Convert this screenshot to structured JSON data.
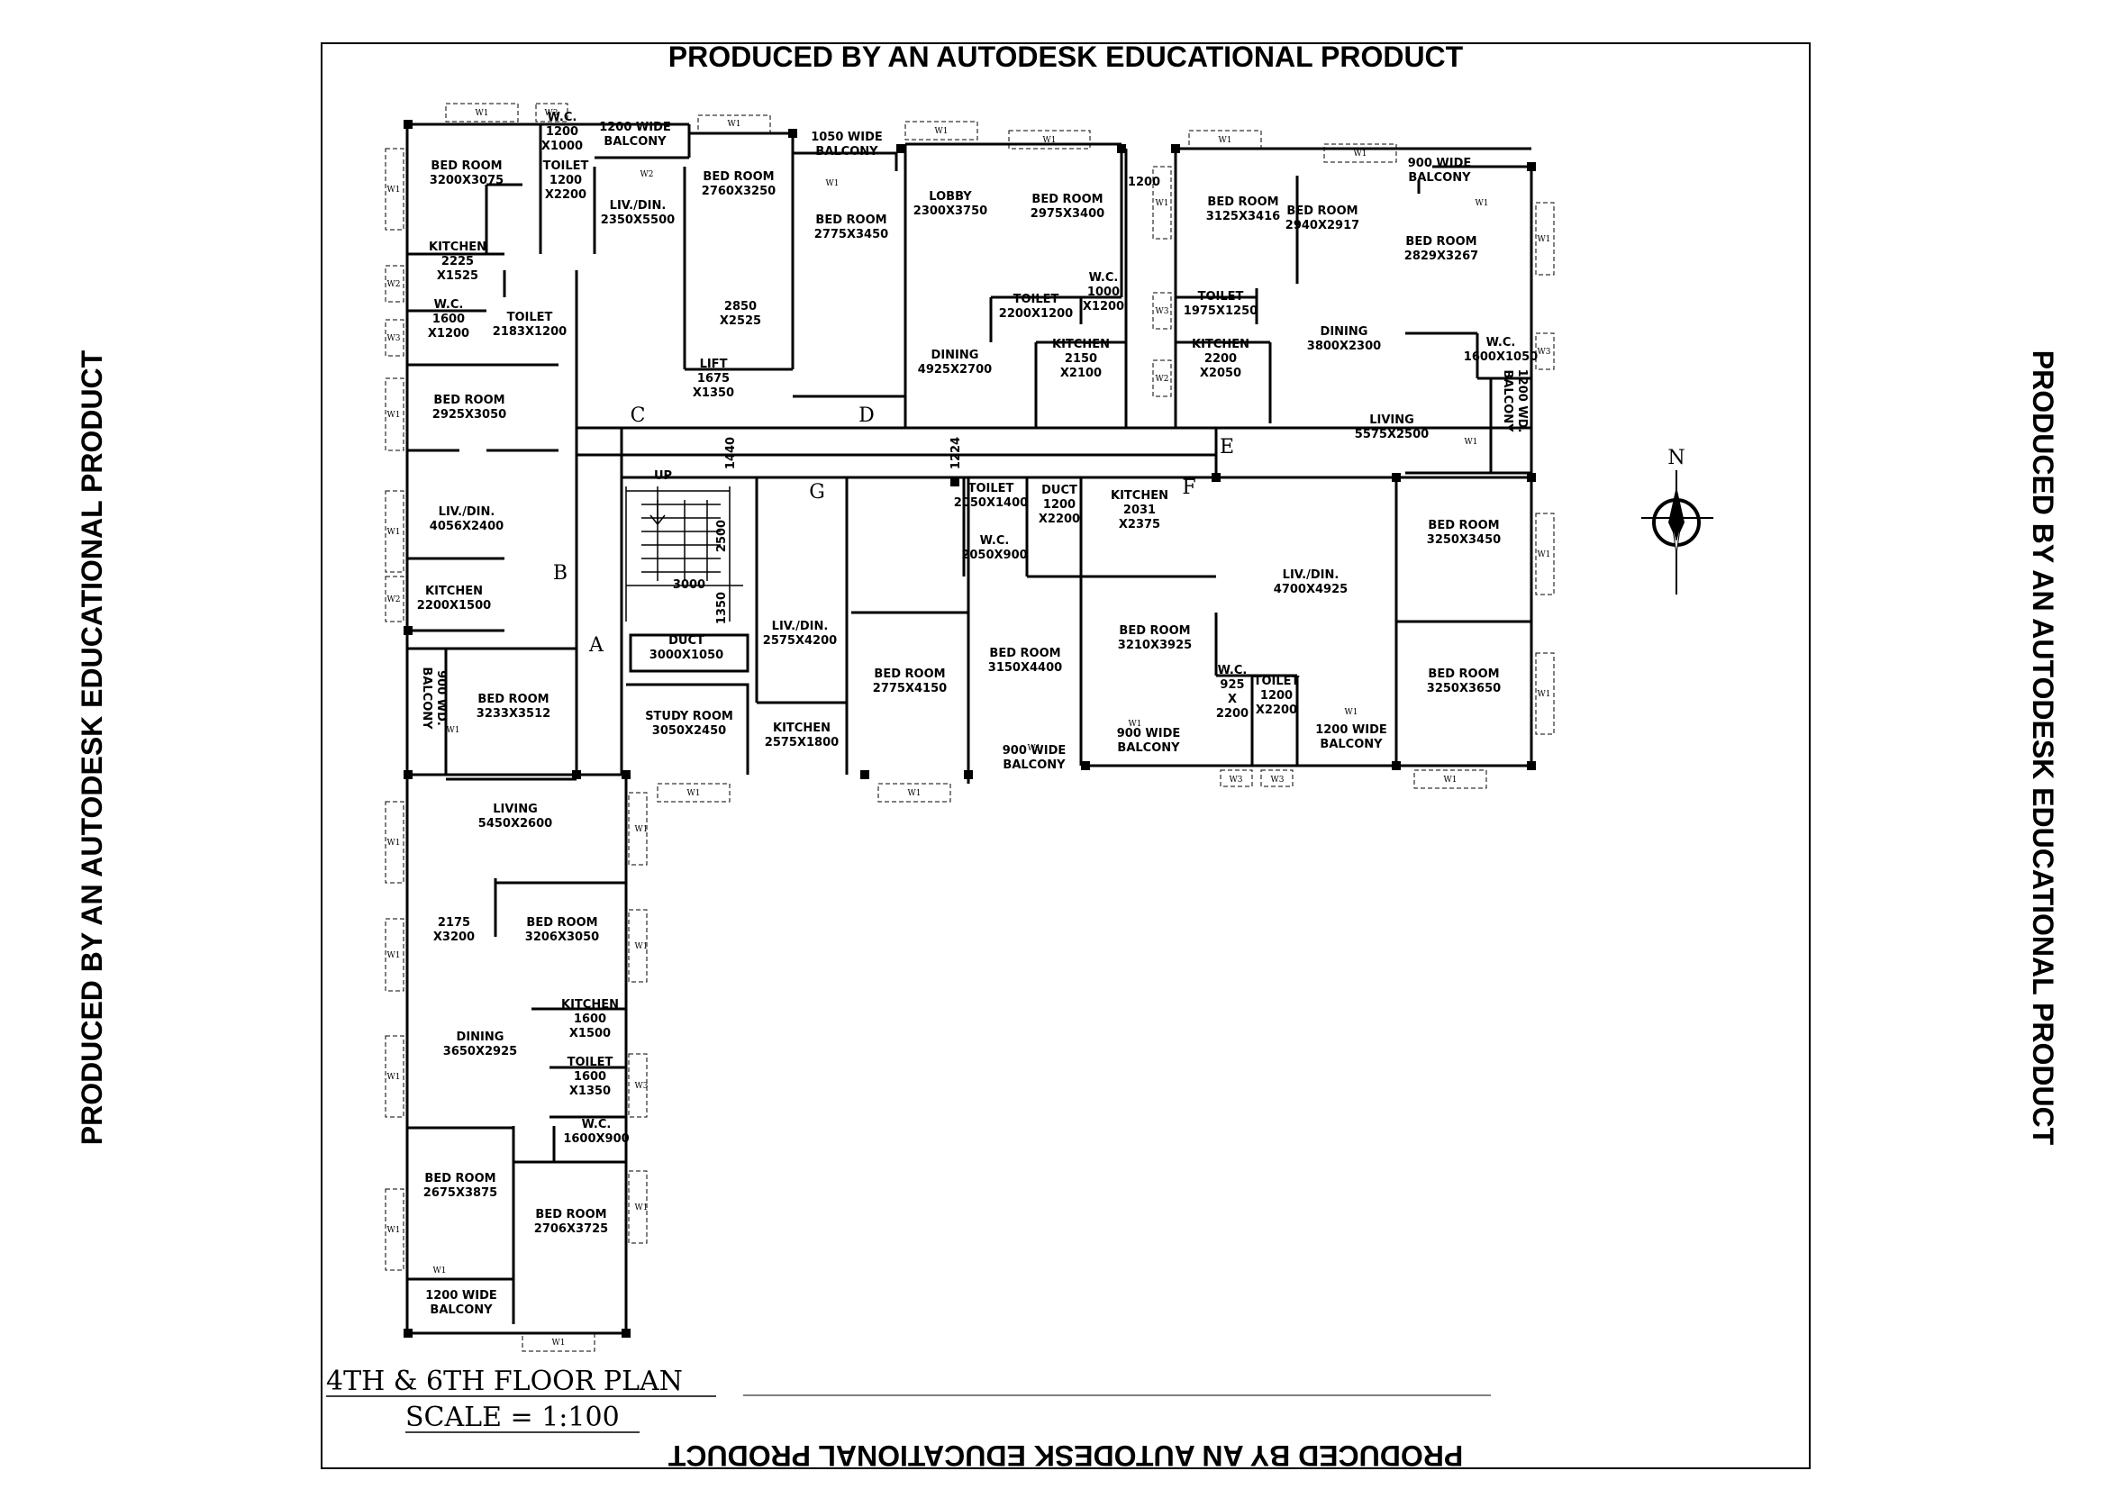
{
  "watermark": "PRODUCED BY AN AUTODESK EDUCATIONAL PRODUCT",
  "title": "4TH & 6TH FLOOR PLAN",
  "scale": "SCALE = 1:100",
  "compass_label": "N",
  "stair_up": "UP",
  "grid_letters": {
    "a": "A",
    "b": "B",
    "c": "C",
    "d": "D",
    "e": "E",
    "f": "F",
    "g": "G"
  },
  "dims": {
    "d1440": "1440",
    "d1224": "1224",
    "d2500": "2500",
    "d3000": "3000",
    "d1350": "1350",
    "d1200": "1200"
  },
  "rooms": {
    "r1": [
      "BED ROOM",
      "3200X3075"
    ],
    "r2": [
      "W.C.",
      "1200",
      "X1000"
    ],
    "r3": [
      "1200 WIDE",
      "BALCONY"
    ],
    "r4": [
      "TOILET",
      "1200",
      "X2200"
    ],
    "r5": [
      "LIV./DIN.",
      "2350X5500"
    ],
    "r6": [
      "BED ROOM",
      "2760X3250"
    ],
    "r7": [
      "1050 WIDE",
      "BALCONY"
    ],
    "r8": [
      "BED ROOM",
      "2775X3450"
    ],
    "r9": [
      "LOBBY",
      "2300X3750"
    ],
    "r10": [
      "BED ROOM",
      "2975X3400"
    ],
    "r11": [
      "BED ROOM",
      "3125X3416"
    ],
    "r12": [
      "BED ROOM",
      "2940X2917"
    ],
    "r13": [
      "900 WIDE",
      "BALCONY"
    ],
    "r14": [
      "BED ROOM",
      "2829X3267"
    ],
    "r15": [
      "KITCHEN",
      "2225",
      "X1525"
    ],
    "r16": [
      "W.C.",
      "1600",
      "X1200"
    ],
    "r17": [
      "TOILET",
      "2183X1200"
    ],
    "r18": [
      "2850",
      "X2525"
    ],
    "r19": [
      "LIFT",
      "1675",
      "X1350"
    ],
    "r20": [
      "DINING",
      "4925X2700"
    ],
    "r21": [
      "TOILET",
      "2200X1200"
    ],
    "r22": [
      "W.C.",
      "1000",
      "X1200"
    ],
    "r23": [
      "KITCHEN",
      "2150",
      "X2100"
    ],
    "r24": [
      "TOILET",
      "1975X1250"
    ],
    "r25": [
      "KITCHEN",
      "2200",
      "X2050"
    ],
    "r26": [
      "DINING",
      "3800X2300"
    ],
    "r27": [
      "W.C.",
      "1600X1050"
    ],
    "r28": [
      "LIVING",
      "5575X2500"
    ],
    "r29": [
      "1200 WD.",
      "BALCONY"
    ],
    "r30": [
      "BED ROOM",
      "2925X3050"
    ],
    "r31": [
      "LIV./DIN.",
      "4056X2400"
    ],
    "r32": [
      "KITCHEN",
      "2200X1500"
    ],
    "r33": [
      "900 WD.",
      "BALCONY"
    ],
    "r34": [
      "BED ROOM",
      "3233X3512"
    ],
    "r35": [
      "TOILET",
      "2050X1400"
    ],
    "r36": [
      "DUCT",
      "1200",
      "X2200"
    ],
    "r37": [
      "KITCHEN",
      "2031",
      "X2375"
    ],
    "r38": [
      "W.C.",
      "2050X900"
    ],
    "r39": [
      "BED ROOM",
      "3250X3450"
    ],
    "r40": [
      "LIV./DIN.",
      "4700X4925"
    ],
    "r41": [
      "DUCT",
      "3000X1050"
    ],
    "r42": [
      "LIV./DIN.",
      "2575X4200"
    ],
    "r43": [
      "BED ROOM",
      "2775X4150"
    ],
    "r44": [
      "BED ROOM",
      "3150X4400"
    ],
    "r45": [
      "BED ROOM",
      "3210X3925"
    ],
    "r46": [
      "BED ROOM",
      "3250X3650"
    ],
    "r47": [
      "STUDY ROOM",
      "3050X2450"
    ],
    "r48": [
      "KITCHEN",
      "2575X1800"
    ],
    "r49": [
      "900 WIDE",
      "BALCONY"
    ],
    "r50": [
      "900 WIDE",
      "BALCONY"
    ],
    "r51": [
      "W.C.",
      "925",
      "X",
      "2200"
    ],
    "r52": [
      "TOILET",
      "1200",
      "X2200"
    ],
    "r53": [
      "1200 WIDE",
      "BALCONY"
    ],
    "r54": [
      "LIVING",
      "5450X2600"
    ],
    "r55": [
      "2175",
      "X3200"
    ],
    "r56": [
      "BED ROOM",
      "3206X3050"
    ],
    "r57": [
      "KITCHEN",
      "1600",
      "X1500"
    ],
    "r58": [
      "DINING",
      "3650X2925"
    ],
    "r59": [
      "TOILET",
      "1600",
      "X1350"
    ],
    "r60": [
      "W.C.",
      "1600X900"
    ],
    "r61": [
      "BED ROOM",
      "2675X3875"
    ],
    "r62": [
      "BED ROOM",
      "2706X3725"
    ],
    "r63": [
      "1200 WIDE",
      "BALCONY"
    ]
  },
  "tags": {
    "w1": "W1",
    "w2": "W2",
    "w3": "W3"
  }
}
